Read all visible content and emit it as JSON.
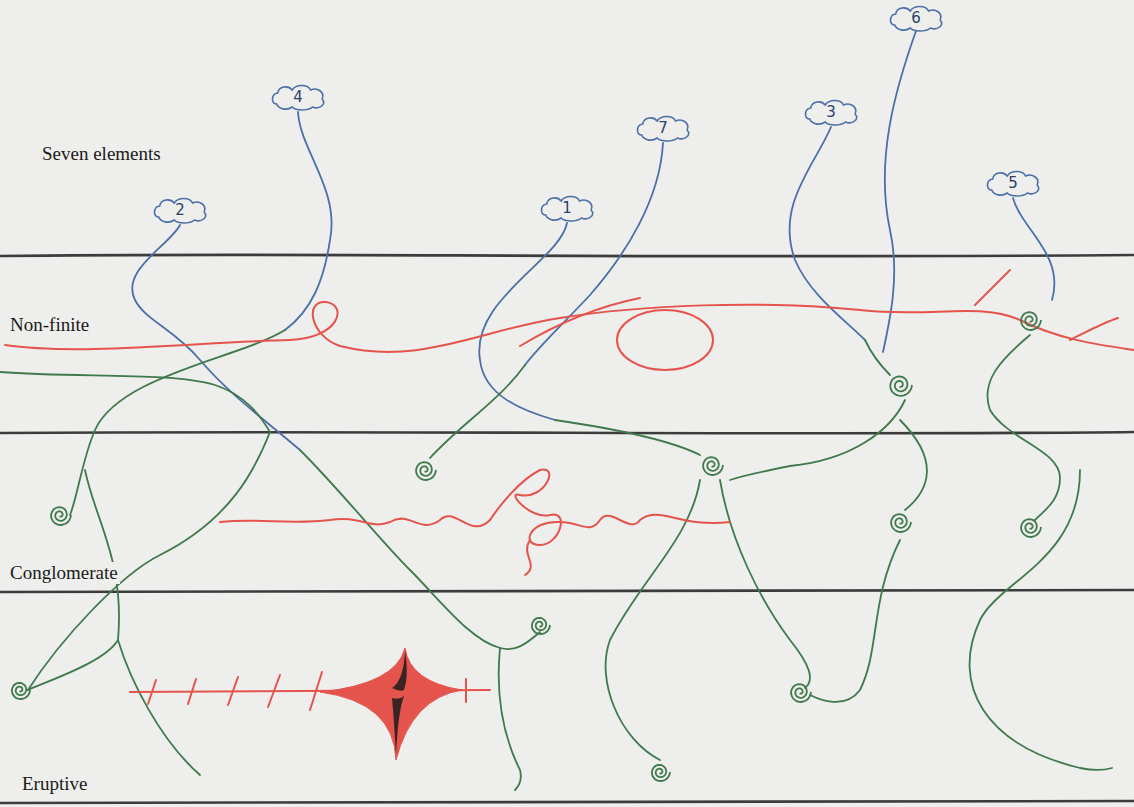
{
  "diagram": {
    "nodes": [
      {
        "text": [
          "2"
        ]
      },
      {
        "text": [
          "4"
        ]
      },
      {
        "text": [
          "1"
        ]
      },
      {
        "text": [
          "7"
        ]
      },
      {
        "text": [
          "3"
        ]
      },
      {
        "text": [
          "6"
        ]
      },
      {
        "text": [
          "5"
        ]
      }
    ],
    "labels": [
      "Seven elements",
      "Non-finite",
      "Conglomerate",
      "Eruptive"
    ]
  }
}
